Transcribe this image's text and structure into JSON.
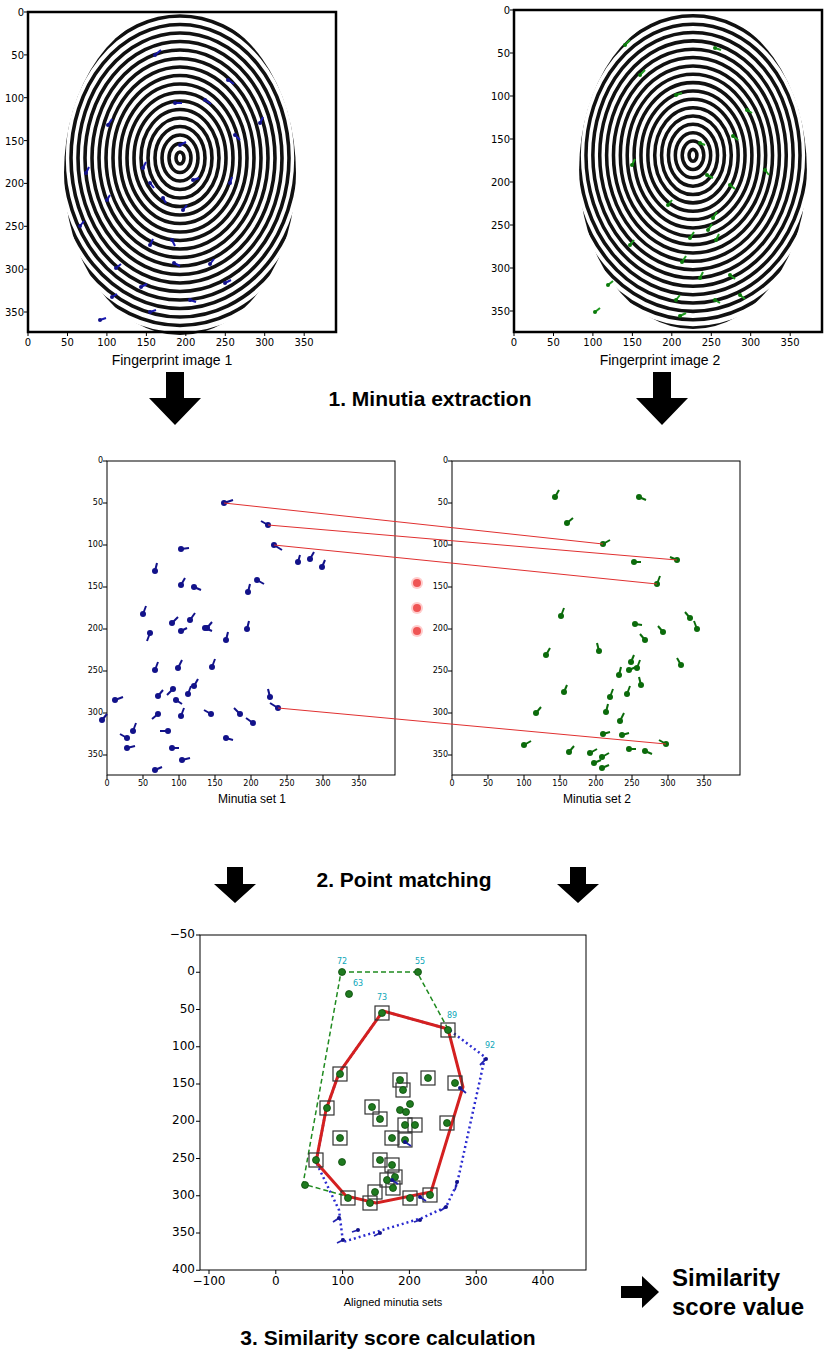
{
  "diagram": {
    "labels": [
      "Fingerprint image 1",
      "Fingerprint image 2",
      "1. Minutia extraction",
      "Minutia set 1",
      "Minutia set 2",
      "2. Point matching",
      "Aligned minutia sets",
      "3. Similarity score calculation",
      "Similarity score value",
      "0",
      "50",
      "100",
      "150",
      "200",
      "250",
      "300",
      "350",
      "0",
      "50",
      "100",
      "150",
      "200",
      "250",
      "300",
      "350",
      "0",
      "50",
      "100",
      "150",
      "200",
      "250",
      "300",
      "350",
      "0",
      "50",
      "100",
      "150",
      "200",
      "250",
      "300",
      "350",
      "0",
      "50",
      "100",
      "150",
      "200",
      "250",
      "300",
      "350",
      "0",
      "50",
      "100",
      "150",
      "200",
      "250",
      "300",
      "350",
      "0",
      "50",
      "100",
      "150",
      "200",
      "250",
      "300",
      "350",
      "0",
      "50",
      "100",
      "150",
      "200",
      "250",
      "300",
      "350",
      "−50",
      "0",
      "50",
      "100",
      "150",
      "200",
      "250",
      "300",
      "350",
      "400",
      "−100",
      "0",
      "100",
      "200",
      "300",
      "400",
      "72",
      "55",
      "63",
      "73",
      "89",
      "92"
    ]
  }
}
